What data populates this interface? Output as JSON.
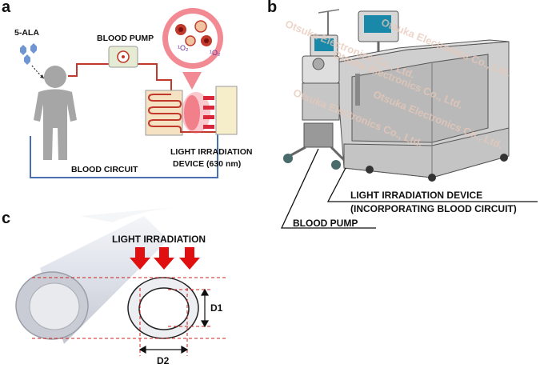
{
  "panels": {
    "a": "a",
    "b": "b",
    "c": "c"
  },
  "panel_a": {
    "drug_label": "5-ALA",
    "pump_label": "BLOOD PUMP",
    "circuit_label": "BLOOD CIRCUIT",
    "device_label_line1": "LIGHT IRRADIATION",
    "device_label_line2": "DEVICE (630 nm)",
    "singlet_oxygen_1": "¹O₂",
    "singlet_oxygen_2": "¹O₂",
    "colors": {
      "artery": "#c0392b",
      "vein": "#4a6fb5",
      "light": "#e8283a",
      "drug": "#6f95d2",
      "person": "#a6a6a6"
    }
  },
  "panel_b": {
    "device_line1": "LIGHT IRRADIATION  DEVICE",
    "device_line2": "(INCORPORATING  BLOOD CIRCUIT)",
    "pump_label": "BLOOD PUMP",
    "watermark": "Otsuka Electronics Co., Ltd."
  },
  "panel_c": {
    "irradiation_label": "LIGHT IRRADIATION",
    "d1_label": "D1",
    "d2_label": "D2",
    "colors": {
      "arrow": "#e01010",
      "guide": "#d02020"
    }
  }
}
